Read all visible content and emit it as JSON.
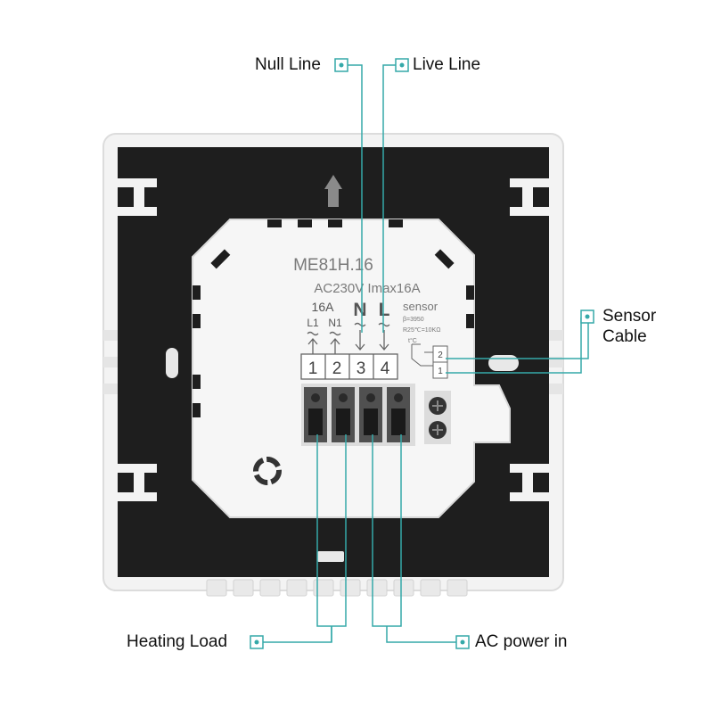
{
  "callouts": {
    "null_line": "Null Line",
    "live_line": "Live Line",
    "sensor_line1": "Sensor",
    "sensor_line2": "Cable",
    "heating_load": "Heating Load",
    "ac_power_in": "AC power in"
  },
  "module": {
    "model": "ME81H.16",
    "rating": "AC230V Imax16A",
    "current": "16A",
    "l1": "L1",
    "n1": "N1",
    "n": "N",
    "l": "L",
    "sensor": "sensor",
    "sensor_beta": "β=3950",
    "sensor_r25": "R25℃=10KΩ",
    "sensor_symbol": "t°C",
    "terminals": [
      "1",
      "2",
      "3",
      "4"
    ],
    "sensor_terminals": [
      "2",
      "1"
    ]
  },
  "colors": {
    "accent": "#35a9a9",
    "panel": "#1e1e1e",
    "frame": "#f2f2f2"
  }
}
